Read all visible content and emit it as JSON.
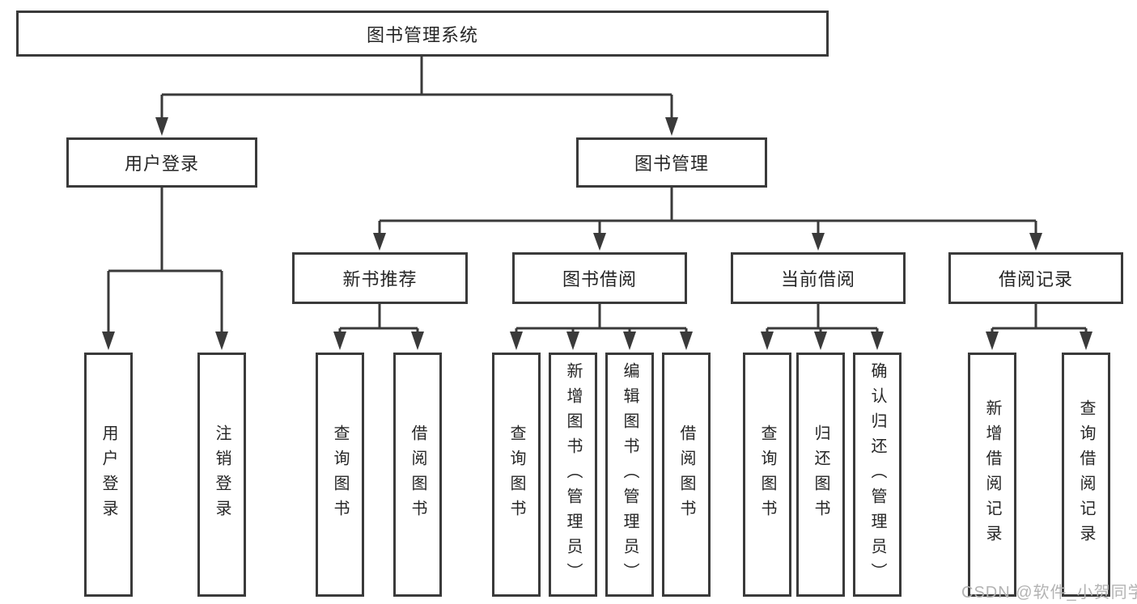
{
  "diagram": {
    "type": "tree-structure-chart",
    "root": {
      "label": "图书管理系统"
    },
    "level2": [
      {
        "id": "user-login",
        "label": "用户登录"
      },
      {
        "id": "book-management",
        "label": "图书管理"
      }
    ],
    "level3": [
      {
        "id": "new-book-recommend",
        "label": "新书推荐",
        "parent": "book-management"
      },
      {
        "id": "book-borrow",
        "label": "图书借阅",
        "parent": "book-management"
      },
      {
        "id": "current-borrow",
        "label": "当前借阅",
        "parent": "book-management"
      },
      {
        "id": "borrow-records",
        "label": "借阅记录",
        "parent": "book-management"
      }
    ],
    "leaves": [
      {
        "id": "leaf-user-login",
        "label": "用户登录",
        "parent": "user-login"
      },
      {
        "id": "leaf-logout",
        "label": "注销登录",
        "parent": "user-login"
      },
      {
        "id": "leaf-query-book-1",
        "label": "查询图书",
        "parent": "new-book-recommend"
      },
      {
        "id": "leaf-borrow-book-1",
        "label": "借阅图书",
        "parent": "new-book-recommend"
      },
      {
        "id": "leaf-query-book-2",
        "label": "查询图书",
        "parent": "book-borrow"
      },
      {
        "id": "leaf-add-book-admin",
        "label": "新增图书（管理员）",
        "parent": "book-borrow"
      },
      {
        "id": "leaf-edit-book-admin",
        "label": "编辑图书（管理员）",
        "parent": "book-borrow"
      },
      {
        "id": "leaf-borrow-book-2",
        "label": "借阅图书",
        "parent": "book-borrow"
      },
      {
        "id": "leaf-query-book-3",
        "label": "查询图书",
        "parent": "current-borrow"
      },
      {
        "id": "leaf-return-book",
        "label": "归还图书",
        "parent": "current-borrow"
      },
      {
        "id": "leaf-confirm-return-admin",
        "label": "确认归还（管理员）",
        "parent": "current-borrow"
      },
      {
        "id": "leaf-add-borrow-record",
        "label": "新增借阅记录",
        "parent": "borrow-records"
      },
      {
        "id": "leaf-query-borrow-record",
        "label": "查询借阅记录",
        "parent": "borrow-records"
      }
    ],
    "watermark": {
      "text": "CSDN @软件_小贺同学",
      "color": "#b3b3b3"
    },
    "colors": {
      "line": "#3a3a3a",
      "box_border": "#3a3a3a",
      "box_fill": "#ffffff",
      "text": "#262626",
      "background": "#ffffff"
    }
  }
}
